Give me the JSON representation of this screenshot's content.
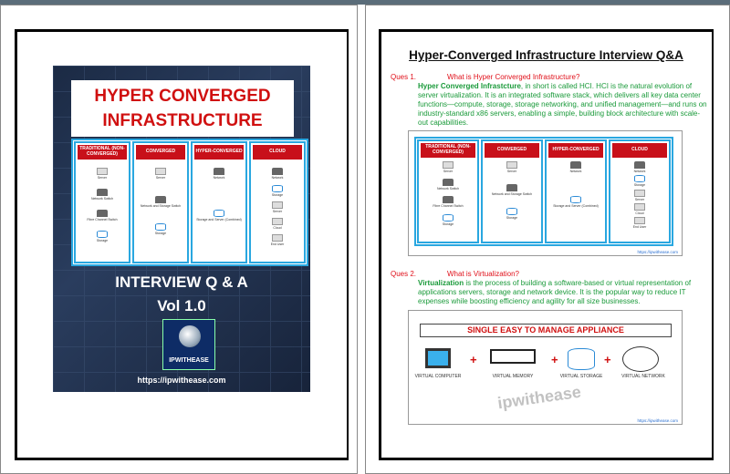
{
  "cover": {
    "title": "HYPER CONVERGED INFRASTRUCTURE",
    "subtitle": "INTERVIEW Q & A",
    "volume": "Vol 1.0",
    "logo_text": "IPWITHEASE",
    "url": "https://ipwithease.com"
  },
  "diagram": {
    "columns": [
      {
        "header": "TRADITIONAL (NON-CONVERGED)",
        "labels": [
          "Server",
          "Network Switch",
          "Fibre Channel Switch",
          "Storage"
        ]
      },
      {
        "header": "CONVERGED",
        "labels": [
          "Server",
          "Network and Storage Switch",
          "Storage"
        ]
      },
      {
        "header": "HYPER-CONVERGED",
        "labels": [
          "Network",
          "Storage and Server (Combined)"
        ]
      },
      {
        "header": "CLOUD",
        "labels": [
          "Network",
          "Storage",
          "Server",
          "Cloud",
          "End User"
        ]
      }
    ],
    "source": "https://ipwithease.com"
  },
  "doc": {
    "title": "Hyper-Converged Infrastructure Interview Q&A",
    "questions": [
      {
        "num": "Ques 1.",
        "question": "What is Hyper Converged Infrastructure?",
        "answer_bold": "Hyper Converged Infrastcture",
        "answer": ", in short is called HCI. HCI is the natural evolution of server virtualization. It is an integrated software stack, which delivers all key data center functions—compute, storage, storage networking, and unified management—and runs on industry-standard x86 servers, enabling a simple, building block architecture with scale-out capabilities."
      },
      {
        "num": "Ques 2.",
        "question": "What is Virtualization?",
        "answer_bold": "Virtualization",
        "answer": " is the process of building a software-based or virtual representation of applications servers, storage and network device. It is the popular way to reduce IT expenses while boosting efficiency and agility for all size businesses."
      }
    ],
    "appliance": {
      "title": "SINGLE EASY TO MANAGE APPLIANCE",
      "items": [
        "VIRTUAL COMPUTER",
        "VIRTUAL MEMORY",
        "VIRTUAL STORAGE",
        "VIRTUAL NETWORK"
      ],
      "plus": "+",
      "source": "https://ipwithease.com"
    },
    "watermark": "ipwithease"
  }
}
